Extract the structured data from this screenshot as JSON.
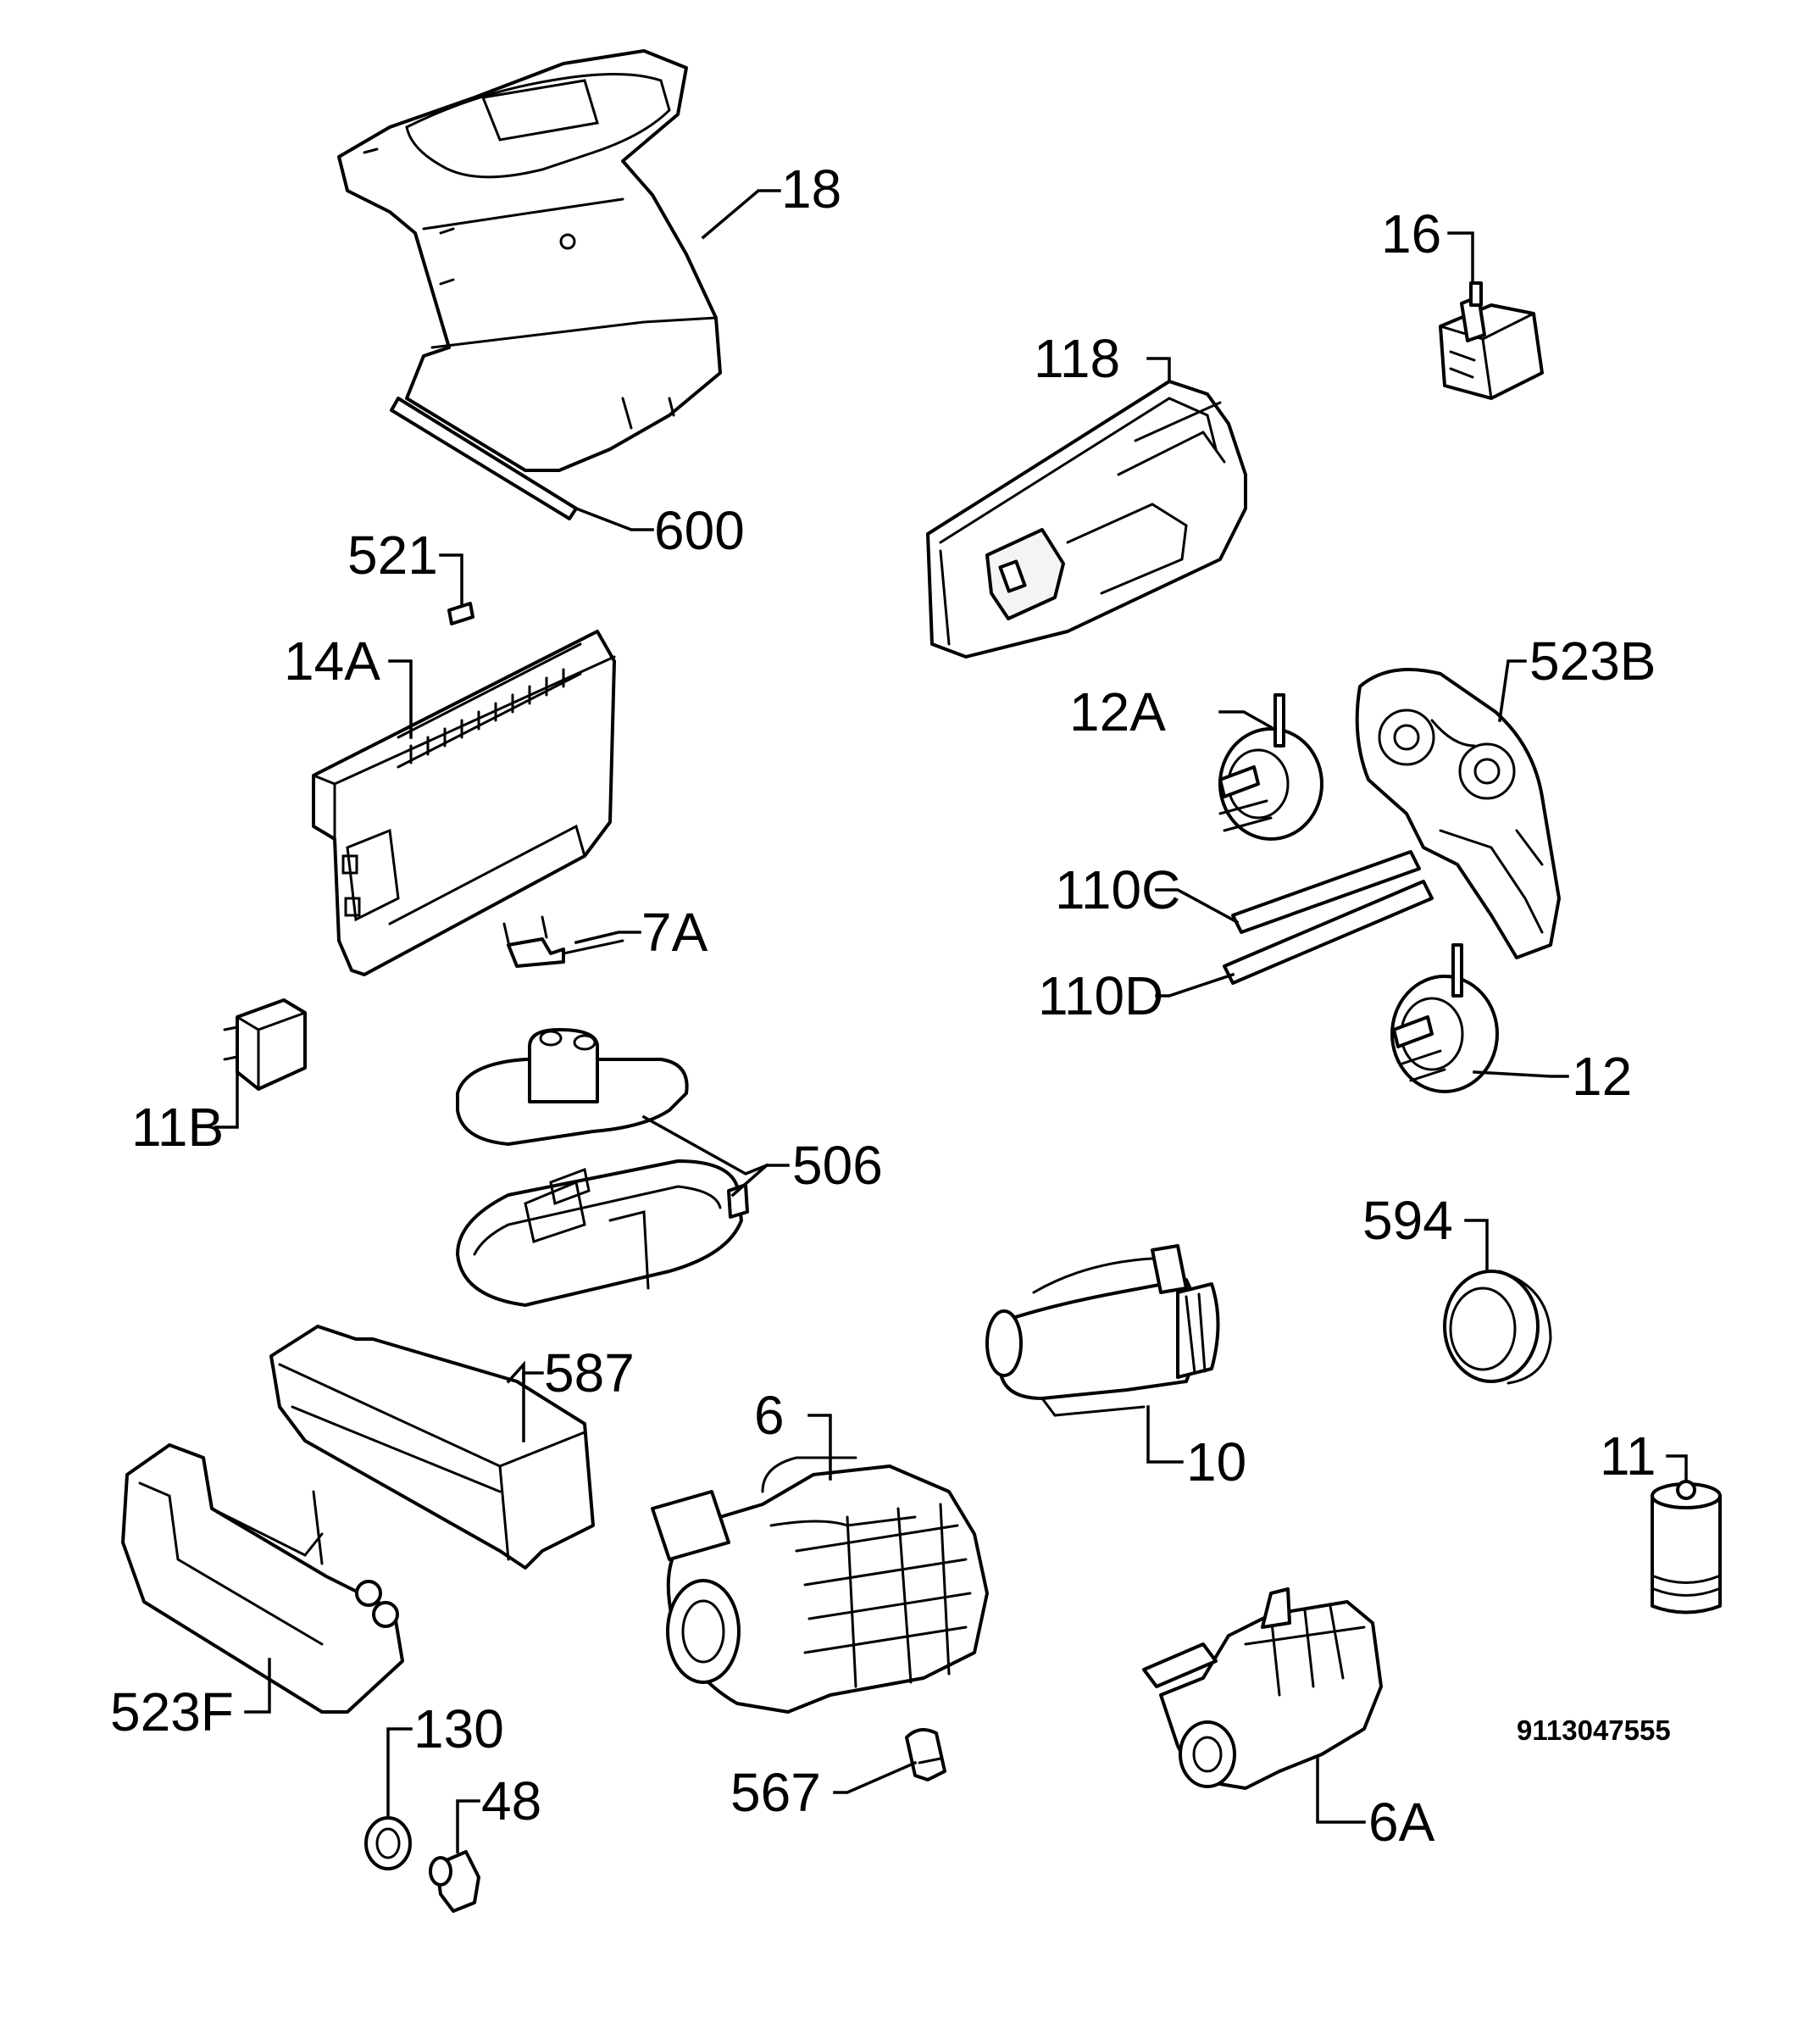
{
  "diagram": {
    "drawing_number": "9113047555",
    "labels": {
      "p18": "18",
      "p600": "600",
      "p16": "16",
      "p118": "118",
      "p521": "521",
      "p14A": "14A",
      "p523B": "523B",
      "p12A": "12A",
      "p110C": "110C",
      "p110D": "110D",
      "p12": "12",
      "p7A": "7A",
      "p11B": "11B",
      "p506": "506",
      "p594": "594",
      "p587": "587",
      "p6": "6",
      "p10": "10",
      "p11": "11",
      "p523F": "523F",
      "p130": "130",
      "p48": "48",
      "p567": "567",
      "p6A": "6A"
    }
  }
}
